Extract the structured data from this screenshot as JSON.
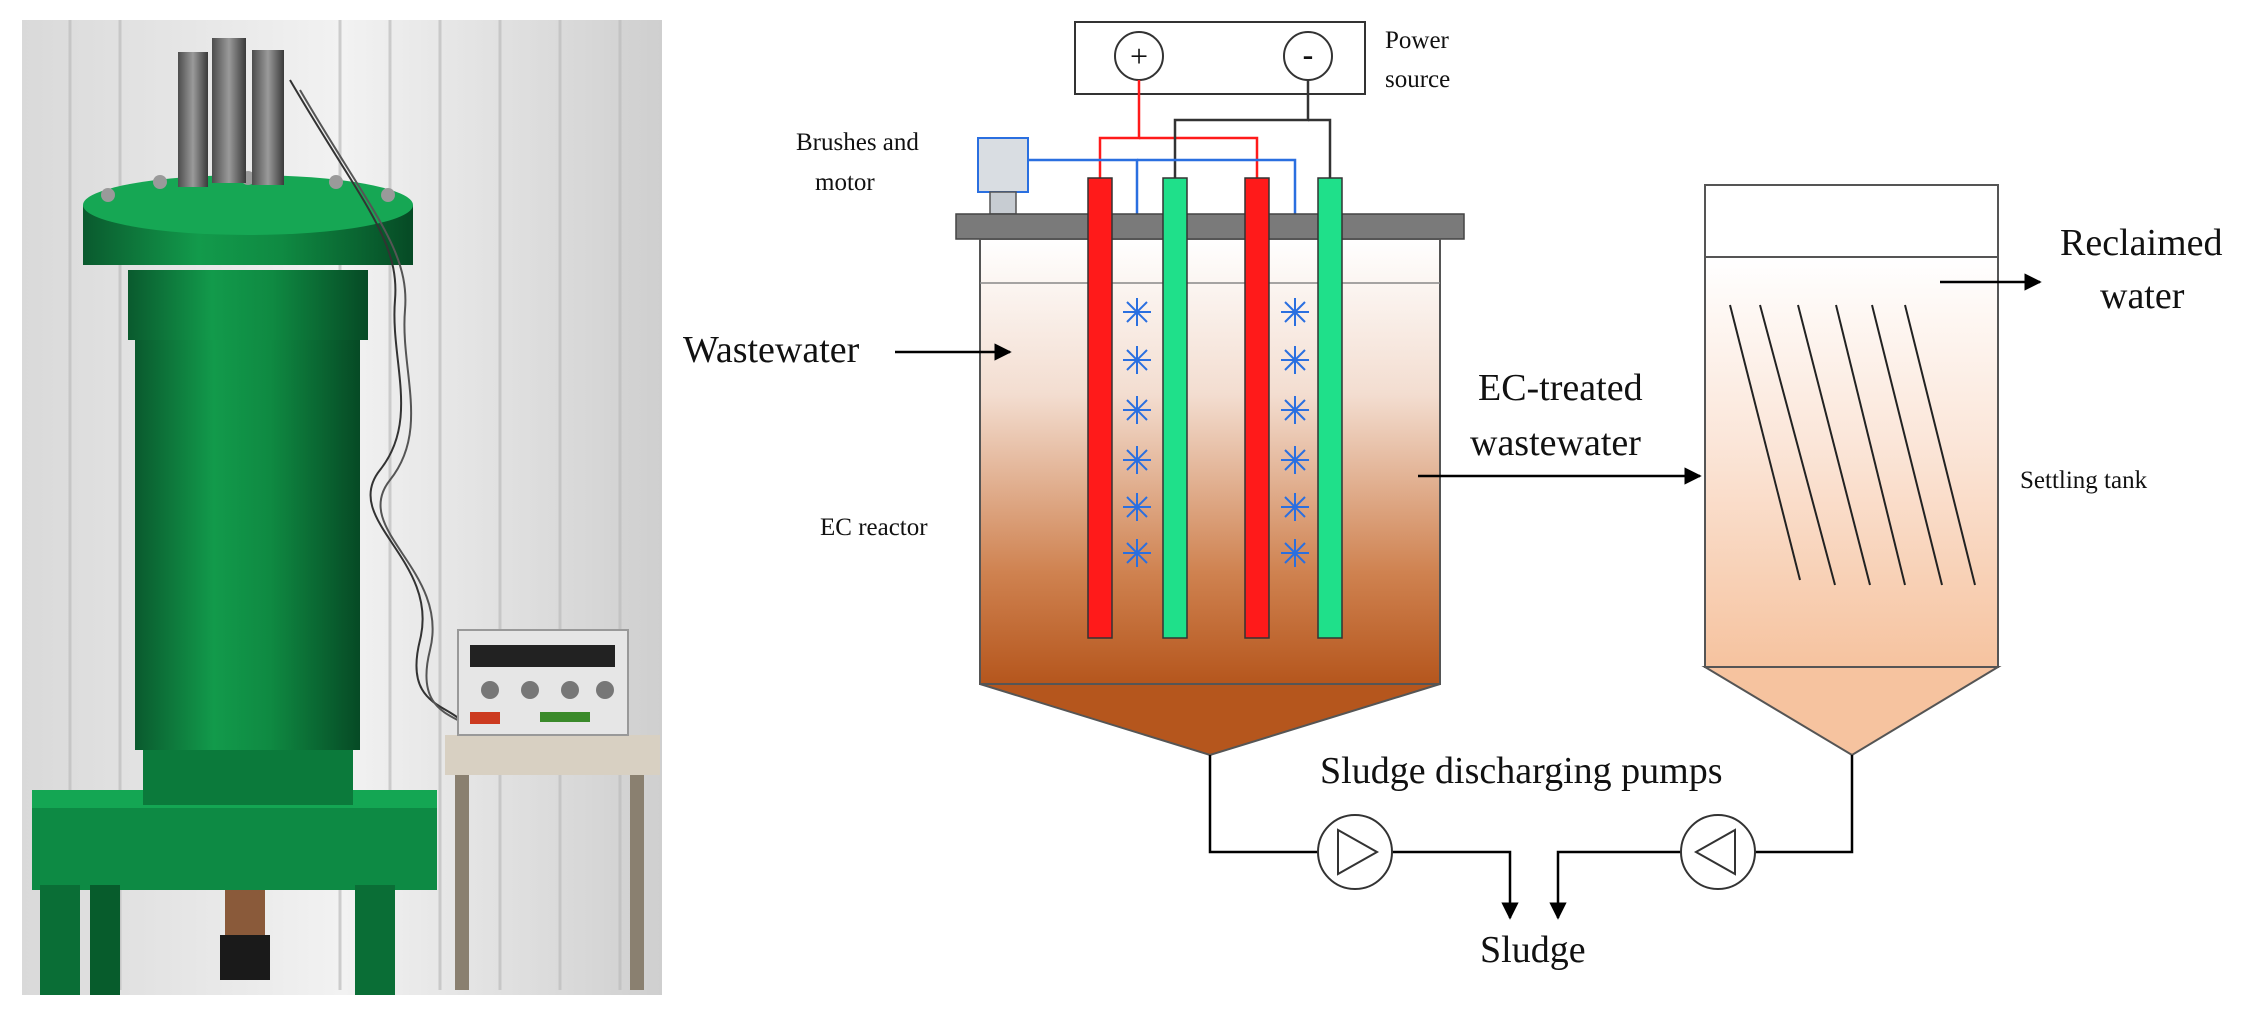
{
  "photo": {
    "description_icon": "electrocoagulation-reactor-photo"
  },
  "diagram": {
    "power_source": {
      "label_line1": "Power",
      "label_line2": "source",
      "positive_symbol": "+",
      "negative_symbol": "-"
    },
    "brushes_motor": {
      "label_line1": "Brushes and",
      "label_line2": "motor"
    },
    "wastewater_label": "Wastewater",
    "ec_reactor_label": "EC reactor",
    "ec_treated_line1": "EC-treated",
    "ec_treated_line2": "wastewater",
    "settling_tank_label": "Settling tank",
    "reclaimed_line1": "Reclaimed",
    "reclaimed_line2": "water",
    "pumps_label": "Sludge discharging pumps",
    "sludge_label": "Sludge"
  },
  "colors": {
    "anode": "#ff1a1a",
    "cathode": "#1fe08a",
    "brush_wire": "#2a6fe0",
    "sludge_dark": "#b5561d",
    "settling_fill": "#f6c09a",
    "reactor_body": "#007a3d"
  }
}
